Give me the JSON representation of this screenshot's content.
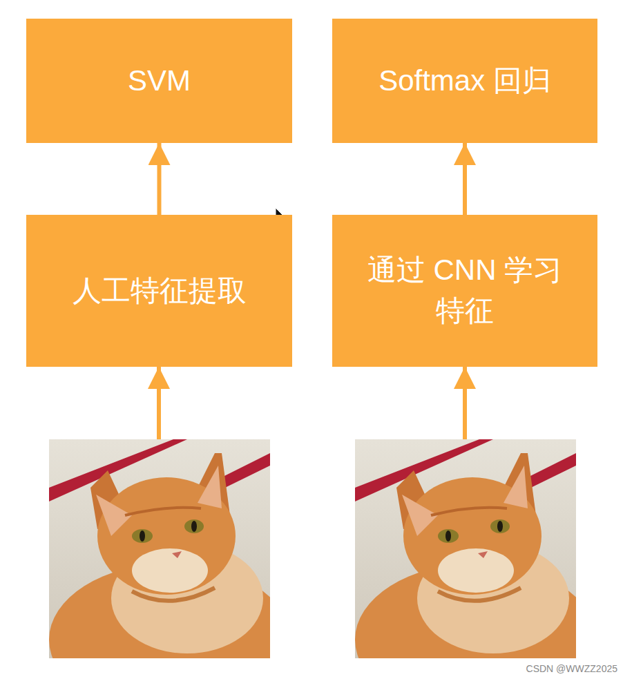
{
  "diagram": {
    "nodes": [
      {
        "text": [
          "SVM"
        ]
      },
      {
        "text": [
          "Softmax 回归"
        ]
      },
      {
        "text": [
          "人工特征提取"
        ]
      },
      {
        "text": [
          "通过 CNN 学习 特征"
        ]
      }
    ],
    "edges": [
      {
        "from": 2,
        "to": 0,
        "arrow": "to"
      },
      {
        "from": 3,
        "to": 1,
        "arrow": "to"
      }
    ],
    "labels": [
      "CSDN @WWZZ2025"
    ]
  }
}
